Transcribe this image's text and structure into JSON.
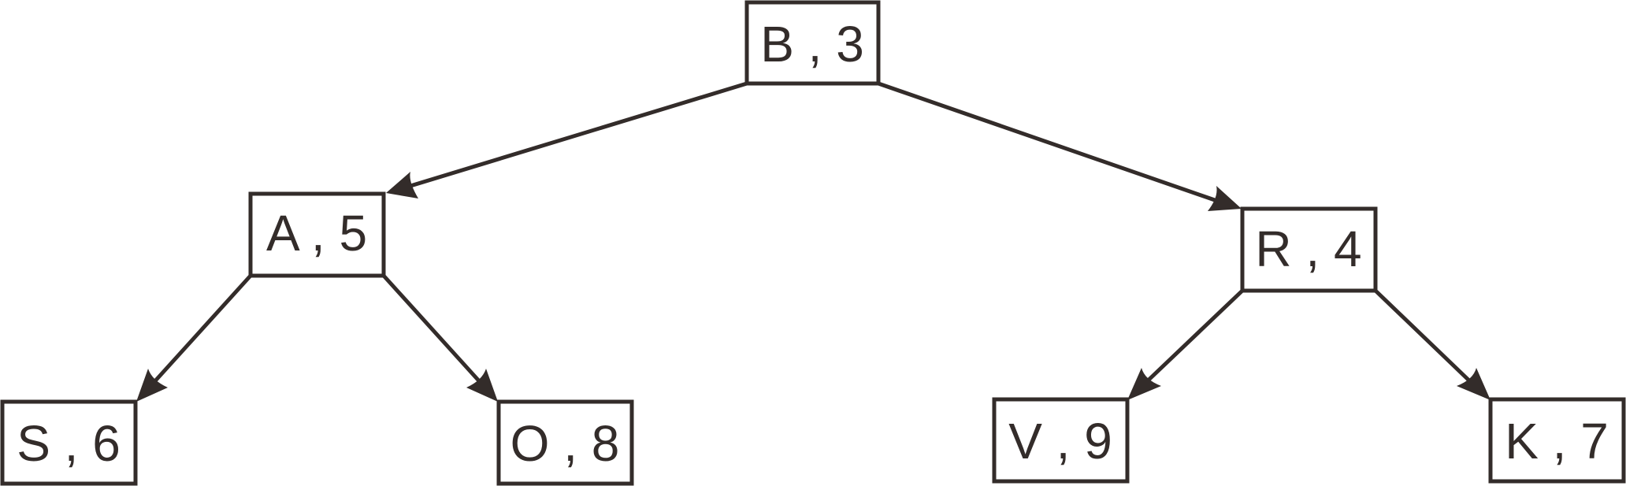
{
  "colors": {
    "stroke": "#332c2a",
    "text": "#332c2a",
    "background": "#ffffff"
  },
  "nodes": {
    "B": {
      "label": "B , 3"
    },
    "A": {
      "label": "A , 5"
    },
    "R": {
      "label": "R , 4"
    },
    "S": {
      "label": "S , 6"
    },
    "O": {
      "label": "O , 8"
    },
    "V": {
      "label": "V , 9"
    },
    "K": {
      "label": "K , 7"
    }
  },
  "edges": [
    {
      "from": "B",
      "to": "A"
    },
    {
      "from": "B",
      "to": "R"
    },
    {
      "from": "A",
      "to": "S"
    },
    {
      "from": "A",
      "to": "O"
    },
    {
      "from": "R",
      "to": "V"
    },
    {
      "from": "R",
      "to": "K"
    }
  ]
}
